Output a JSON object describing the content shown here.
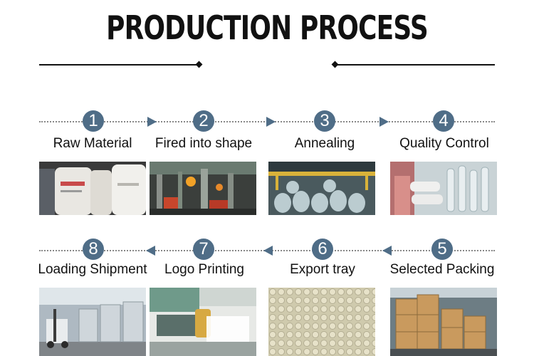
{
  "header": {
    "title": "PRODUCTION PROCESS"
  },
  "steps": [
    {
      "number": "1",
      "label": "Raw Material"
    },
    {
      "number": "2",
      "label": "Fired into shape"
    },
    {
      "number": "3",
      "label": "Annealing"
    },
    {
      "number": "4",
      "label": "Quality Control"
    },
    {
      "number": "5",
      "label": "Selected Packing"
    },
    {
      "number": "6",
      "label": "Export tray"
    },
    {
      "number": "7",
      "label": "Logo Printing"
    },
    {
      "number": "8",
      "label": "Loading Shipment"
    }
  ],
  "colors": {
    "badge": "#4f6d87",
    "title": "#111111"
  }
}
